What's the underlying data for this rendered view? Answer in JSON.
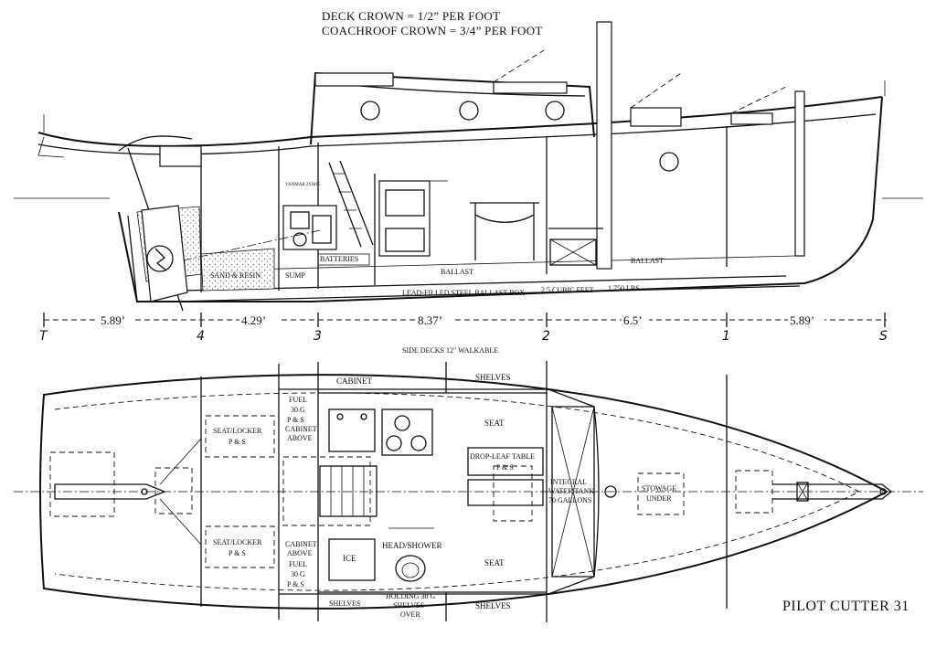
{
  "header": {
    "line1": "DECK CROWN = 1/2” PER FOOT",
    "line2": "COACHROOF CROWN = 3/4” PER FOOT"
  },
  "profile_labels": {
    "engine": "YANMAR 2YM15",
    "sand_resin": "SAND & RESIN",
    "sump": "SUMP",
    "batteries": "BATTERIES",
    "ballast_1": "BALLAST",
    "ballast_2": "BALLAST",
    "ballast_box": "LEAD-FILLED STEEL BALLAST BOX",
    "ballast_volume": "2.5 CUBIC FEET",
    "ballast_weight": "1,750 LBS"
  },
  "stations": [
    {
      "label": "T"
    },
    {
      "label": "4"
    },
    {
      "label": "3"
    },
    {
      "label": "2"
    },
    {
      "label": "1"
    },
    {
      "label": "S"
    }
  ],
  "spacings": [
    "5.89’",
    "4.29’",
    "8.37’",
    "6.5’",
    "5.89’"
  ],
  "plan_labels": {
    "side_decks": "SIDE DECKS 12\" WALKABLE",
    "cabinet": "CABINET",
    "shelves_top": "SHELVES",
    "fuel_top": [
      "FUEL",
      "30 G",
      "P & S"
    ],
    "cabinet_above_top": [
      "CABINET",
      "ABOVE"
    ],
    "seat_locker_top": [
      "SEAT/LOCKER",
      "P & S"
    ],
    "seat_top": "SEAT",
    "drop_leaf": [
      "DROP-LEAF TABLE",
      "P & S"
    ],
    "water_tank": [
      "INTEGRAL",
      "WATER TANK",
      "70 GALLONS"
    ],
    "stowage": [
      "STOWAGE",
      "UNDER"
    ],
    "seat_locker_bottom": [
      "SEAT/LOCKER",
      "P & S"
    ],
    "cabinet_above_bottom": [
      "CABINET",
      "ABOVE"
    ],
    "fuel_bottom": [
      "FUEL",
      "30 G",
      "P & S"
    ],
    "ice": "ICE",
    "head_shower": "HEAD/SHOWER",
    "seat_bottom": "SEAT",
    "shelves_bottom_left": "SHELVES",
    "holding": [
      "HOLDING 30 G",
      "SHELVES",
      "OVER"
    ],
    "shelves_bottom_right": "SHELVES"
  },
  "title": "PILOT CUTTER 31",
  "colors": {
    "ink": "#111111",
    "paper": "#ffffff",
    "stipple": "#777777"
  }
}
